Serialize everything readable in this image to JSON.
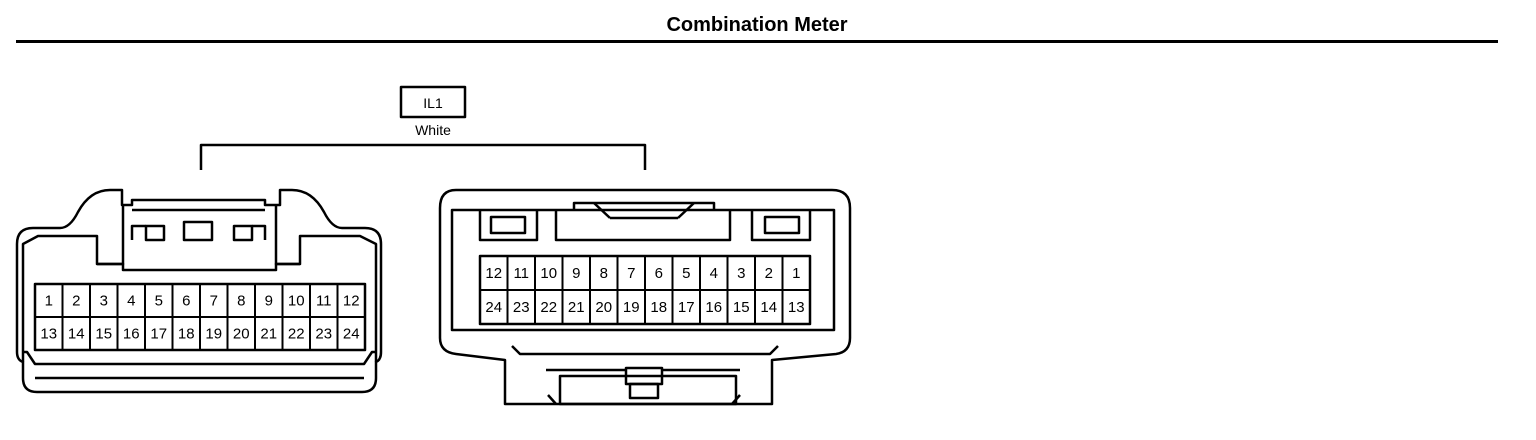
{
  "title": "Combination Meter",
  "connector": {
    "code": "IL1",
    "color": "White",
    "pins_top_left": [
      "1",
      "2",
      "3",
      "4",
      "5",
      "6",
      "7",
      "8",
      "9",
      "10",
      "11",
      "12"
    ],
    "pins_bottom_left": [
      "13",
      "14",
      "15",
      "16",
      "17",
      "18",
      "19",
      "20",
      "21",
      "22",
      "23",
      "24"
    ],
    "pins_top_right": [
      "12",
      "11",
      "10",
      "9",
      "8",
      "7",
      "6",
      "5",
      "4",
      "3",
      "2",
      "1"
    ],
    "pins_bottom_right": [
      "24",
      "23",
      "22",
      "21",
      "20",
      "19",
      "18",
      "17",
      "16",
      "15",
      "14",
      "13"
    ]
  }
}
